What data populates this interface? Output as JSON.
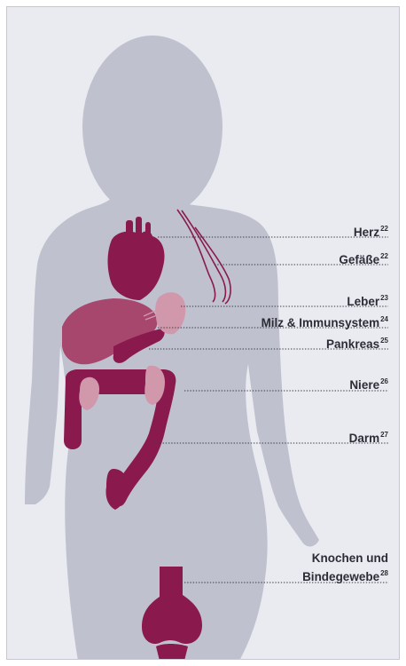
{
  "colors": {
    "panel_bg": "#eaebf1",
    "silhouette": "#bfc1ce",
    "organ_dark": "#8a1a4e",
    "organ_mid": "#a8476e",
    "organ_light": "#d198ac",
    "leader_line": "#3a3a44"
  },
  "labels": [
    {
      "key": "herz",
      "text": "Herz",
      "ref": "22"
    },
    {
      "key": "gefaesse",
      "text": "Gefäße",
      "ref": "22"
    },
    {
      "key": "leber",
      "text": "Leber",
      "ref": "23"
    },
    {
      "key": "milz",
      "text": "Milz & Immunsystem",
      "ref": "24"
    },
    {
      "key": "pankreas",
      "text": "Pankreas",
      "ref": "25"
    },
    {
      "key": "niere",
      "text": "Niere",
      "ref": "26"
    },
    {
      "key": "darm",
      "text": "Darm",
      "ref": "27"
    },
    {
      "key": "knochen",
      "text": "Knochen und",
      "text2": "Bindegewebe",
      "ref": "28"
    }
  ]
}
